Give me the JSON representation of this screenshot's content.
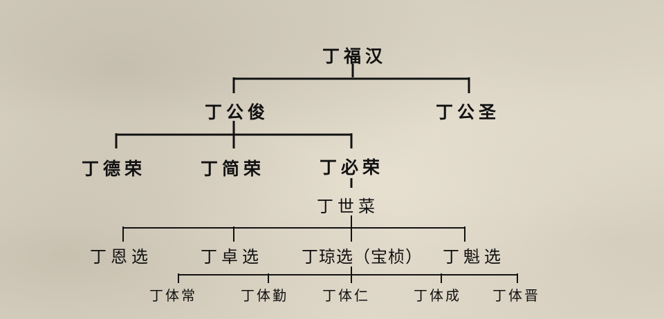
{
  "diagram": {
    "root": "丁福汉",
    "gen2": [
      "丁公俊",
      "丁公圣"
    ],
    "gen3": [
      "丁德荣",
      "丁简荣",
      "丁必荣"
    ],
    "gen4": [
      "丁世菜"
    ],
    "gen5": [
      "丁恩选",
      "丁卓选",
      "丁琼选（宝桢）",
      "丁魁选"
    ],
    "gen6": [
      "丁体常",
      "丁体勤",
      "丁体仁",
      "丁体成",
      "丁体晋"
    ]
  }
}
